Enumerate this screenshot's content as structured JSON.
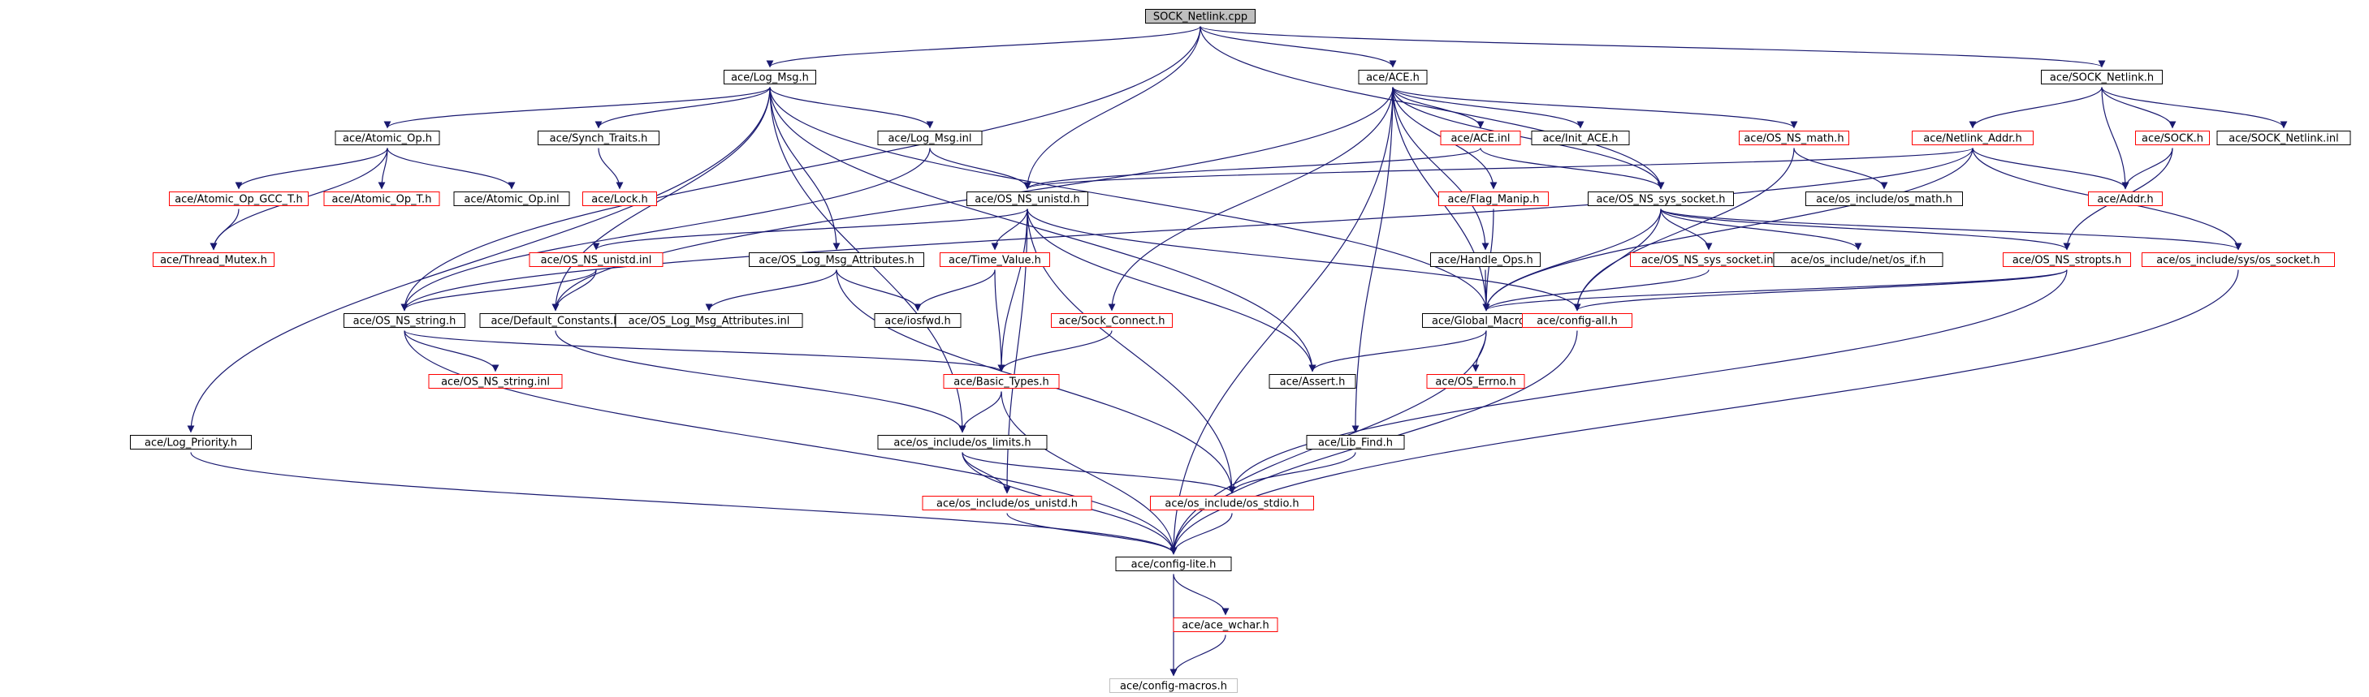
{
  "style": {
    "edge_color": "#191970",
    "root_fill": "#bfbfbf",
    "normal_border": "#000000",
    "linked_border": "#ff0000",
    "gray_border": "#bfbfbf",
    "text_color": "#000000"
  },
  "nodes": [
    {
      "id": "root",
      "label": "SOCK_Netlink.cpp",
      "kind": "root"
    },
    {
      "id": "logmsg",
      "label": "ace/Log_Msg.h",
      "kind": "normal"
    },
    {
      "id": "ace",
      "label": "ace/ACE.h",
      "kind": "normal"
    },
    {
      "id": "socknetlink_h",
      "label": "ace/SOCK_Netlink.h",
      "kind": "normal"
    },
    {
      "id": "atomic_op_h",
      "label": "ace/Atomic_Op.h",
      "kind": "normal"
    },
    {
      "id": "synch_traits",
      "label": "ace/Synch_Traits.h",
      "kind": "normal"
    },
    {
      "id": "logmsg_inl",
      "label": "ace/Log_Msg.inl",
      "kind": "normal"
    },
    {
      "id": "ace_inl",
      "label": "ace/ACE.inl",
      "kind": "linked"
    },
    {
      "id": "init_ace",
      "label": "ace/Init_ACE.h",
      "kind": "normal"
    },
    {
      "id": "os_ns_math",
      "label": "ace/OS_NS_math.h",
      "kind": "linked"
    },
    {
      "id": "netlink_addr",
      "label": "ace/Netlink_Addr.h",
      "kind": "linked"
    },
    {
      "id": "sock_h",
      "label": "ace/SOCK.h",
      "kind": "linked"
    },
    {
      "id": "socknetlink_inl",
      "label": "ace/SOCK_Netlink.inl",
      "kind": "normal"
    },
    {
      "id": "atomic_gcc",
      "label": "ace/Atomic_Op_GCC_T.h",
      "kind": "linked"
    },
    {
      "id": "atomic_t",
      "label": "ace/Atomic_Op_T.h",
      "kind": "linked"
    },
    {
      "id": "atomic_inl",
      "label": "ace/Atomic_Op.inl",
      "kind": "normal"
    },
    {
      "id": "lock",
      "label": "ace/Lock.h",
      "kind": "linked"
    },
    {
      "id": "os_ns_unistd",
      "label": "ace/OS_NS_unistd.h",
      "kind": "normal"
    },
    {
      "id": "flag_manip",
      "label": "ace/Flag_Manip.h",
      "kind": "linked"
    },
    {
      "id": "os_ns_sys_socket",
      "label": "ace/OS_NS_sys_socket.h",
      "kind": "normal"
    },
    {
      "id": "os_include_math",
      "label": "ace/os_include/os_math.h",
      "kind": "normal"
    },
    {
      "id": "addr",
      "label": "ace/Addr.h",
      "kind": "linked"
    },
    {
      "id": "thread_mutex",
      "label": "ace/Thread_Mutex.h",
      "kind": "linked"
    },
    {
      "id": "os_ns_unistd_inl",
      "label": "ace/OS_NS_unistd.inl",
      "kind": "linked"
    },
    {
      "id": "os_log_attr",
      "label": "ace/OS_Log_Msg_Attributes.h",
      "kind": "normal"
    },
    {
      "id": "time_value",
      "label": "ace/Time_Value.h",
      "kind": "linked"
    },
    {
      "id": "handle_ops",
      "label": "ace/Handle_Ops.h",
      "kind": "normal"
    },
    {
      "id": "os_ns_sys_socket_inl",
      "label": "ace/OS_NS_sys_socket.inl",
      "kind": "linked"
    },
    {
      "id": "net_if",
      "label": "ace/os_include/net/os_if.h",
      "kind": "normal"
    },
    {
      "id": "os_ns_stropts",
      "label": "ace/OS_NS_stropts.h",
      "kind": "linked"
    },
    {
      "id": "sys_socket",
      "label": "ace/os_include/sys/os_socket.h",
      "kind": "linked"
    },
    {
      "id": "os_ns_string",
      "label": "ace/OS_NS_string.h",
      "kind": "normal"
    },
    {
      "id": "default_constants",
      "label": "ace/Default_Constants.h",
      "kind": "normal"
    },
    {
      "id": "os_log_attr_inl",
      "label": "ace/OS_Log_Msg_Attributes.inl",
      "kind": "normal"
    },
    {
      "id": "iosfwd",
      "label": "ace/iosfwd.h",
      "kind": "normal"
    },
    {
      "id": "sock_connect",
      "label": "ace/Sock_Connect.h",
      "kind": "linked"
    },
    {
      "id": "global_macros",
      "label": "ace/Global_Macros.h",
      "kind": "normal"
    },
    {
      "id": "config_all",
      "label": "ace/config-all.h",
      "kind": "linked"
    },
    {
      "id": "os_ns_string_inl",
      "label": "ace/OS_NS_string.inl",
      "kind": "linked"
    },
    {
      "id": "basic_types",
      "label": "ace/Basic_Types.h",
      "kind": "linked"
    },
    {
      "id": "assert",
      "label": "ace/Assert.h",
      "kind": "normal"
    },
    {
      "id": "os_errno",
      "label": "ace/OS_Errno.h",
      "kind": "linked"
    },
    {
      "id": "log_priority",
      "label": "ace/Log_Priority.h",
      "kind": "normal"
    },
    {
      "id": "os_limits",
      "label": "ace/os_include/os_limits.h",
      "kind": "normal"
    },
    {
      "id": "lib_find",
      "label": "ace/Lib_Find.h",
      "kind": "normal"
    },
    {
      "id": "os_unistd",
      "label": "ace/os_include/os_unistd.h",
      "kind": "linked"
    },
    {
      "id": "os_stdio",
      "label": "ace/os_include/os_stdio.h",
      "kind": "linked"
    },
    {
      "id": "config_lite",
      "label": "ace/config-lite.h",
      "kind": "normal"
    },
    {
      "id": "ace_wchar",
      "label": "ace/ace_wchar.h",
      "kind": "linked"
    },
    {
      "id": "config_macros",
      "label": "ace/config-macros.h",
      "kind": "gray"
    }
  ],
  "edges": [
    [
      "root",
      "logmsg"
    ],
    [
      "root",
      "ace"
    ],
    [
      "root",
      "socknetlink_h"
    ],
    [
      "root",
      "os_ns_unistd"
    ],
    [
      "root",
      "os_ns_sys_socket"
    ],
    [
      "root",
      "os_ns_string"
    ],
    [
      "logmsg",
      "atomic_op_h"
    ],
    [
      "logmsg",
      "synch_traits"
    ],
    [
      "logmsg",
      "logmsg_inl"
    ],
    [
      "logmsg",
      "os_log_attr"
    ],
    [
      "logmsg",
      "default_constants"
    ],
    [
      "logmsg",
      "global_macros"
    ],
    [
      "logmsg",
      "assert"
    ],
    [
      "logmsg",
      "log_priority"
    ],
    [
      "logmsg",
      "os_limits"
    ],
    [
      "atomic_op_h",
      "atomic_gcc"
    ],
    [
      "atomic_op_h",
      "atomic_t"
    ],
    [
      "atomic_op_h",
      "atomic_inl"
    ],
    [
      "atomic_op_h",
      "thread_mutex"
    ],
    [
      "atomic_gcc",
      "thread_mutex"
    ],
    [
      "synch_traits",
      "lock"
    ],
    [
      "logmsg_inl",
      "os_ns_unistd"
    ],
    [
      "logmsg_inl",
      "os_ns_string"
    ],
    [
      "ace",
      "ace_inl"
    ],
    [
      "ace",
      "init_ace"
    ],
    [
      "ace",
      "os_ns_math"
    ],
    [
      "ace",
      "os_ns_sys_socket"
    ],
    [
      "ace",
      "flag_manip"
    ],
    [
      "ace",
      "handle_ops"
    ],
    [
      "ace",
      "lib_find"
    ],
    [
      "ace",
      "sock_connect"
    ],
    [
      "ace",
      "default_constants"
    ],
    [
      "ace",
      "global_macros"
    ],
    [
      "ace",
      "config_lite"
    ],
    [
      "ace_inl",
      "os_ns_unistd"
    ],
    [
      "ace_inl",
      "os_ns_sys_socket"
    ],
    [
      "os_ns_math",
      "os_include_math"
    ],
    [
      "os_ns_math",
      "config_all"
    ],
    [
      "socknetlink_h",
      "netlink_addr"
    ],
    [
      "socknetlink_h",
      "sock_h"
    ],
    [
      "socknetlink_h",
      "addr"
    ],
    [
      "socknetlink_h",
      "socknetlink_inl"
    ],
    [
      "netlink_addr",
      "addr"
    ],
    [
      "netlink_addr",
      "os_ns_unistd"
    ],
    [
      "netlink_addr",
      "sys_socket"
    ],
    [
      "netlink_addr",
      "os_ns_string"
    ],
    [
      "netlink_addr",
      "global_macros"
    ],
    [
      "sock_h",
      "addr"
    ],
    [
      "sock_h",
      "os_ns_stropts"
    ],
    [
      "os_ns_unistd",
      "os_ns_unistd_inl"
    ],
    [
      "os_ns_unistd",
      "time_value"
    ],
    [
      "os_ns_unistd",
      "basic_types"
    ],
    [
      "os_ns_unistd",
      "os_stdio"
    ],
    [
      "os_ns_unistd",
      "config_all"
    ],
    [
      "os_ns_unistd",
      "assert"
    ],
    [
      "os_ns_unistd",
      "os_unistd"
    ],
    [
      "os_ns_unistd_inl",
      "os_ns_string"
    ],
    [
      "os_ns_unistd_inl",
      "default_constants"
    ],
    [
      "os_log_attr",
      "os_log_attr_inl"
    ],
    [
      "os_log_attr",
      "iosfwd"
    ],
    [
      "os_log_attr",
      "os_stdio"
    ],
    [
      "time_value",
      "iosfwd"
    ],
    [
      "time_value",
      "basic_types"
    ],
    [
      "flag_manip",
      "global_macros"
    ],
    [
      "handle_ops",
      "global_macros"
    ],
    [
      "os_ns_sys_socket",
      "os_ns_sys_socket_inl"
    ],
    [
      "os_ns_sys_socket",
      "net_if"
    ],
    [
      "os_ns_sys_socket",
      "os_ns_stropts"
    ],
    [
      "os_ns_sys_socket",
      "sys_socket"
    ],
    [
      "os_ns_sys_socket",
      "global_macros"
    ],
    [
      "os_ns_sys_socket",
      "config_all"
    ],
    [
      "os_ns_sys_socket_inl",
      "global_macros"
    ],
    [
      "os_ns_stropts",
      "global_macros"
    ],
    [
      "os_ns_stropts",
      "config_all"
    ],
    [
      "os_ns_stropts",
      "os_stdio"
    ],
    [
      "sys_socket",
      "config_lite"
    ],
    [
      "os_ns_string",
      "os_ns_string_inl"
    ],
    [
      "os_ns_string",
      "basic_types"
    ],
    [
      "os_ns_string",
      "config_lite"
    ],
    [
      "default_constants",
      "os_limits"
    ],
    [
      "sock_connect",
      "basic_types"
    ],
    [
      "global_macros",
      "assert"
    ],
    [
      "global_macros",
      "os_errno"
    ],
    [
      "global_macros",
      "config_lite"
    ],
    [
      "config_all",
      "config_lite"
    ],
    [
      "basic_types",
      "os_limits"
    ],
    [
      "basic_types",
      "config_lite"
    ],
    [
      "log_priority",
      "config_lite"
    ],
    [
      "os_limits",
      "os_unistd"
    ],
    [
      "os_limits",
      "os_stdio"
    ],
    [
      "os_limits",
      "config_lite"
    ],
    [
      "lib_find",
      "os_stdio"
    ],
    [
      "os_unistd",
      "config_lite"
    ],
    [
      "os_stdio",
      "config_lite"
    ],
    [
      "config_lite",
      "ace_wchar"
    ],
    [
      "config_lite",
      "config_macros"
    ],
    [
      "ace_wchar",
      "config_macros"
    ]
  ]
}
